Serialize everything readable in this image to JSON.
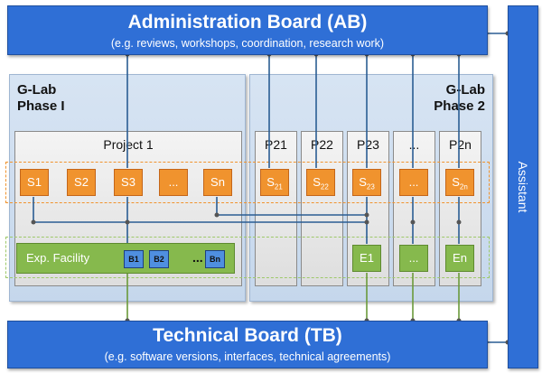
{
  "admin_board": {
    "title": "Administration Board (AB)",
    "subtitle": "(e.g. reviews, workshops, coordination, research work)"
  },
  "technical_board": {
    "title": "Technical Board (TB)",
    "subtitle": "(e.g. software versions, interfaces, technical agreements)"
  },
  "assistant": {
    "label": "Assistant"
  },
  "phase1": {
    "line1": "G-Lab",
    "line2": "Phase I",
    "project_label": "Project 1",
    "s_labels": [
      "S1",
      "S2",
      "S3",
      "...",
      "Sn"
    ],
    "facility_label": "Exp. Facility",
    "b_labels": [
      "B1",
      "B2",
      "Bn"
    ],
    "b_dots": "..."
  },
  "phase2": {
    "line1": "G-Lab",
    "line2": "Phase 2",
    "columns": [
      "P21",
      "P22",
      "P23",
      "...",
      "P2n"
    ],
    "s_labels": [
      "S",
      "S",
      "S",
      "...",
      "S"
    ],
    "s_subs": [
      "21",
      "22",
      "23",
      "",
      "2n"
    ],
    "e_labels": [
      "E1",
      "...",
      "En"
    ]
  },
  "colors": {
    "board_blue": "#2f6fd6",
    "subproject_orange": "#f0932e",
    "facility_green": "#86b94d",
    "orange_dash": "#f0932e",
    "green_dash": "#9ec96a",
    "link_blue": "#2a5d93",
    "link_green": "#6a9a3a"
  }
}
